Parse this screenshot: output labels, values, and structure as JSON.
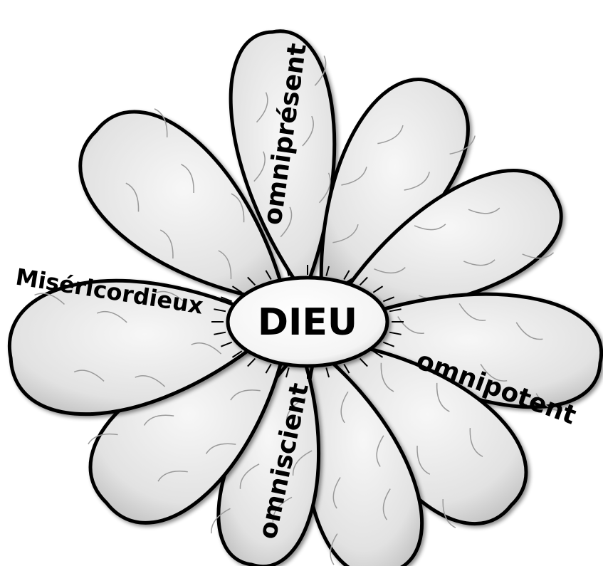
{
  "diagram": {
    "center": {
      "label": "DIEU"
    },
    "attributes": [
      {
        "id": "omnipresent",
        "label": "omniprésent"
      },
      {
        "id": "omnipotent",
        "label": "omnipotent"
      },
      {
        "id": "omniscient",
        "label": "omniscient"
      },
      {
        "id": "misericordieux",
        "label": "Miséricordieux"
      }
    ]
  },
  "colors": {
    "petal_fill": "#e9e9e9",
    "petal_stroke": "#000000",
    "vein": "#9a9a9a",
    "center_fill": "#ffffff",
    "text": "#000000"
  }
}
